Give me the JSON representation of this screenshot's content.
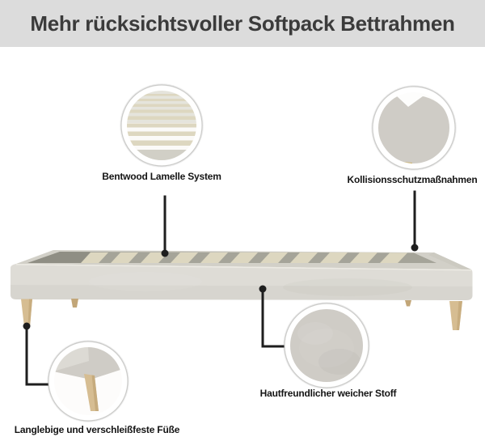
{
  "title": "Mehr rücksichtsvoller Softpack Bettrahmen",
  "features": [
    {
      "id": "slats",
      "label": "Bentwood Lamelle System"
    },
    {
      "id": "corner",
      "label": "Kollisionsschutzmaßnahmen"
    },
    {
      "id": "feet",
      "label": "Langlebige und verschleißfeste Füße"
    },
    {
      "id": "fabric",
      "label": "Hautfreundlicher weicher Stoff"
    }
  ],
  "colors": {
    "page_bg": "#ffffff",
    "header_bg": "#dcdcdc",
    "title_text": "#3b3b3b",
    "label_text": "#151515",
    "callout_line": "#1e1e1e",
    "fabric_light": "#dedcd6",
    "fabric_inset": "#cfccc6",
    "rail": "#d2d0c8",
    "slat": "#ddd7c0",
    "slat_gap": "#a5a499",
    "interior_shadow": "#8f8e84",
    "leg_wood": "#d6bd92",
    "leg_wood_dark": "#c2a678",
    "circle_ring": "#ffffff",
    "circle_border": "#cfcfcd"
  }
}
